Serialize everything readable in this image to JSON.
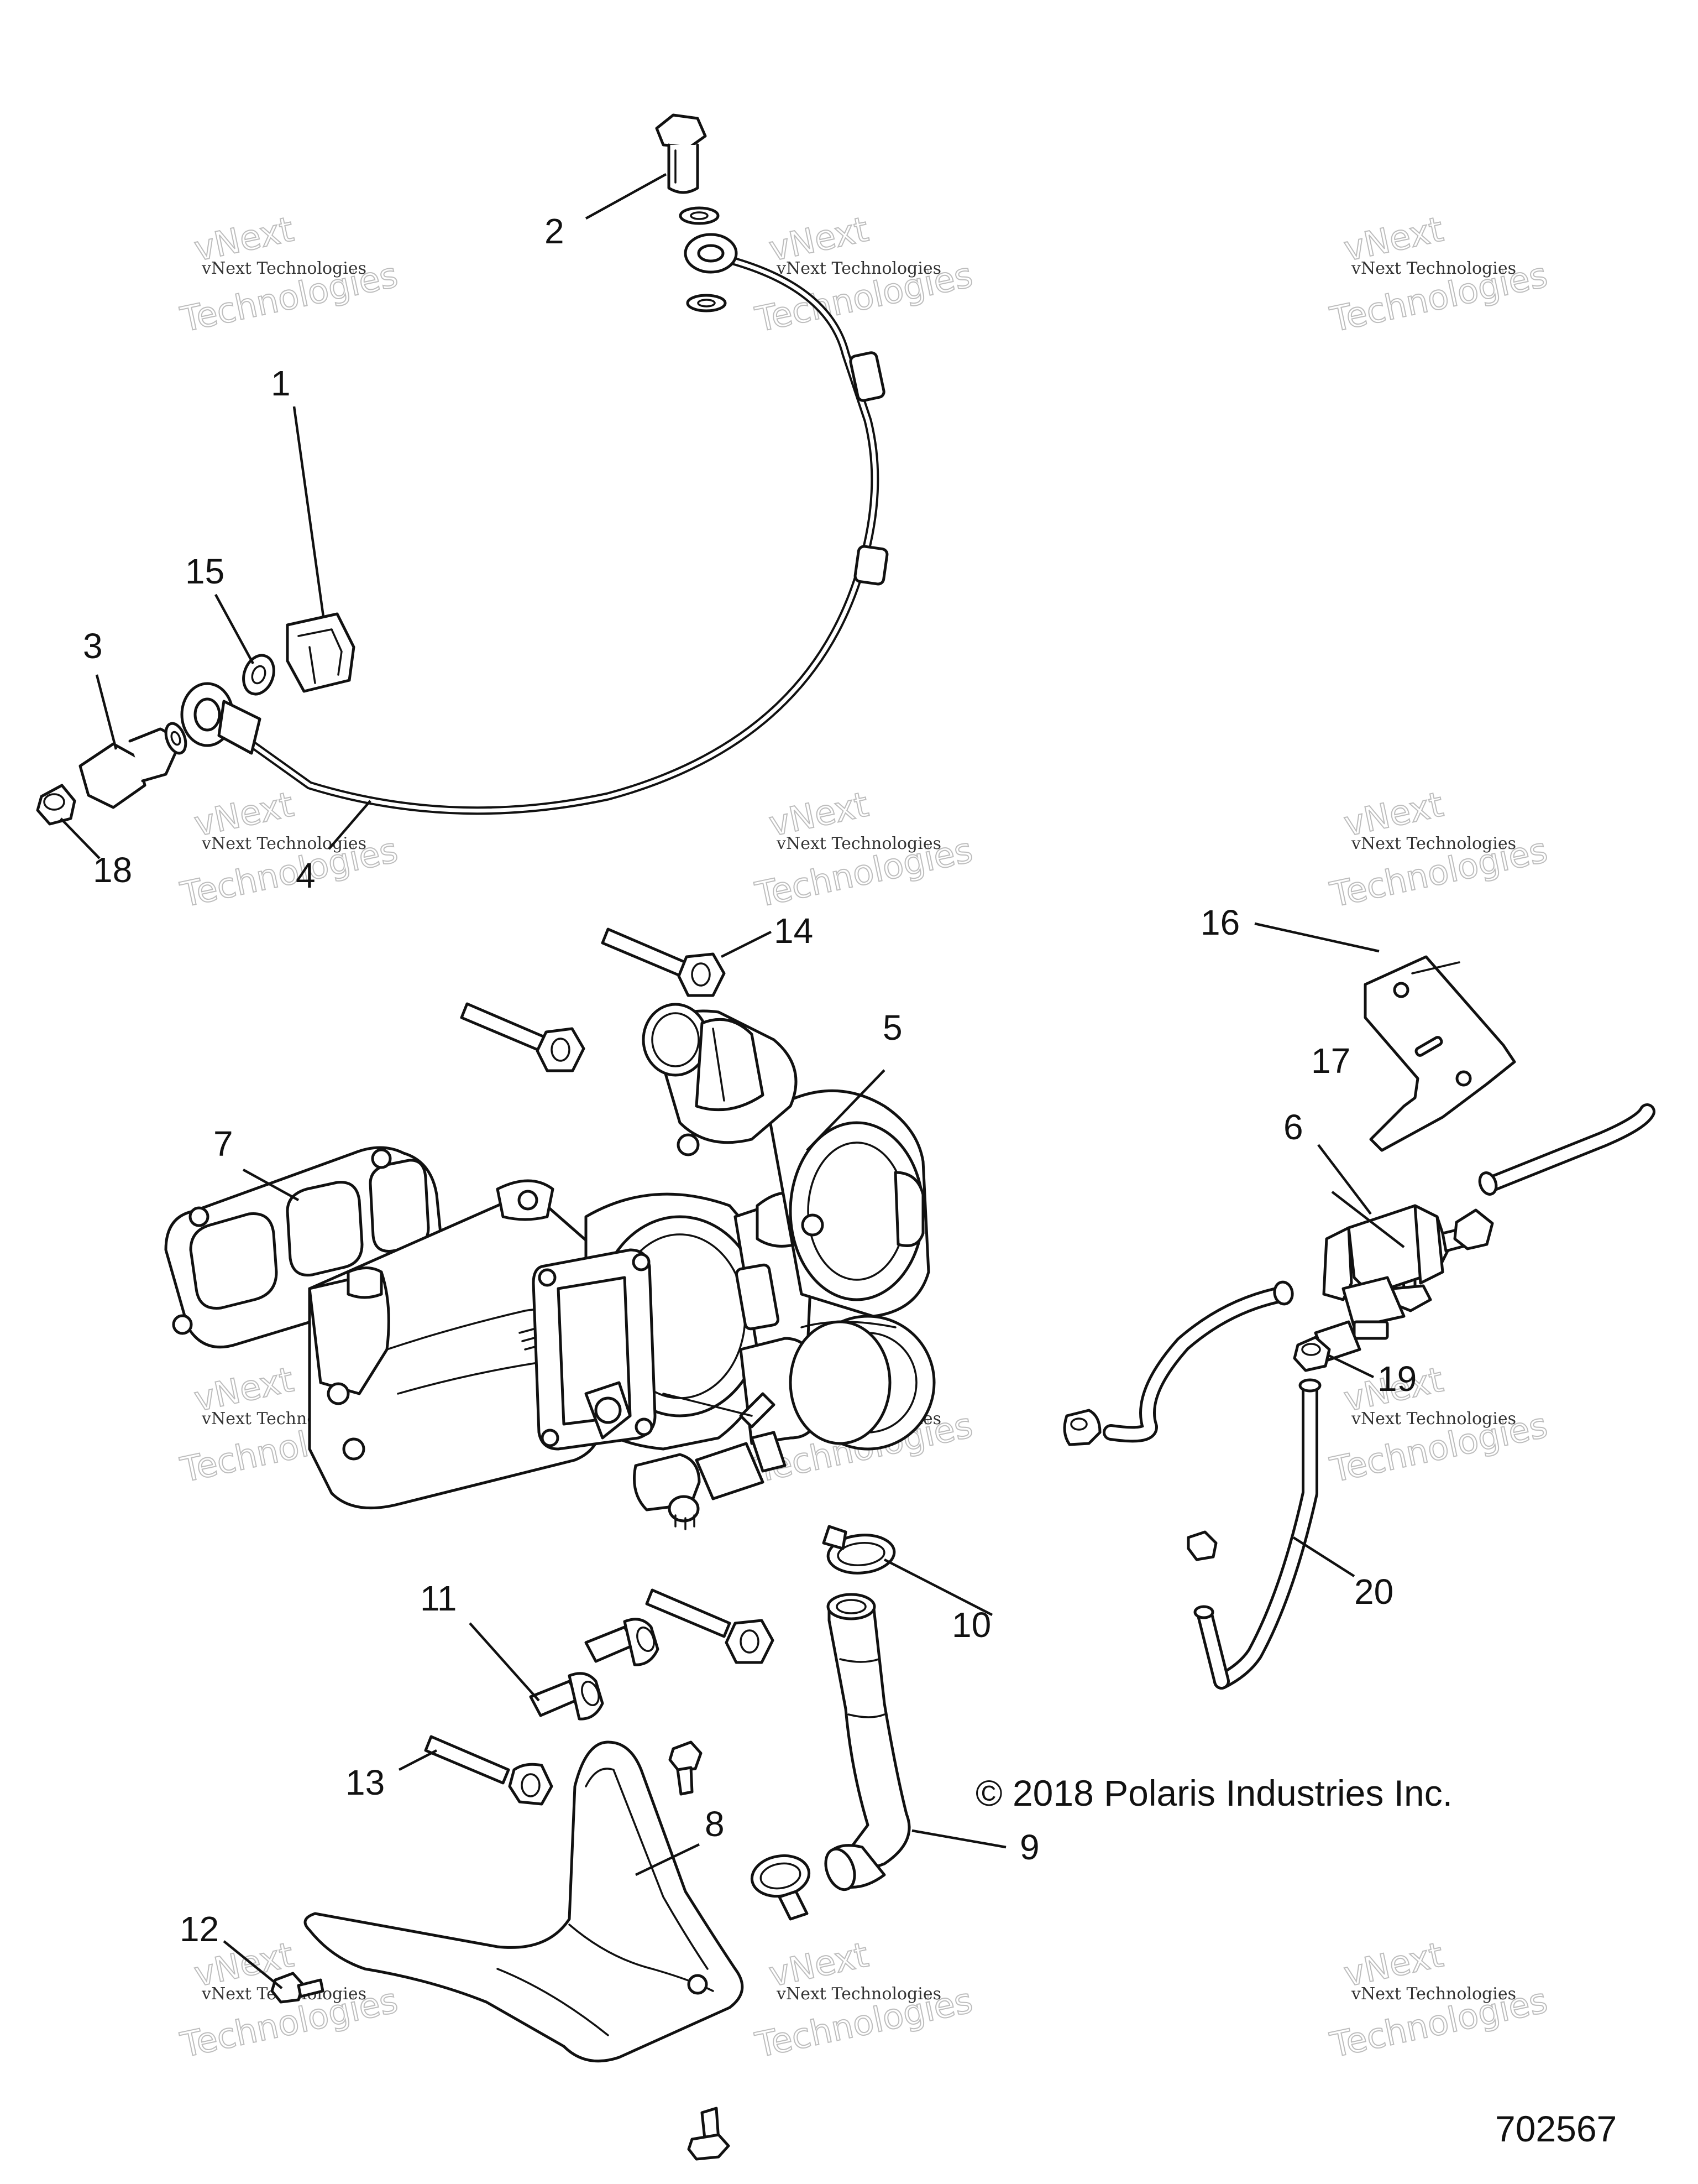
{
  "copyright": "© 2018 Polaris Industries Inc.",
  "document_number": "702567",
  "watermark": {
    "line1": "vNext Technologies",
    "line2": "vNext",
    "line3": "Technologies"
  },
  "callouts": [
    {
      "id": "1",
      "part": "bushing"
    },
    {
      "id": "2",
      "part": "banjo-bolt"
    },
    {
      "id": "3",
      "part": "fitting"
    },
    {
      "id": "4",
      "part": "oil-feed-line"
    },
    {
      "id": "5",
      "part": "turbocharger"
    },
    {
      "id": "6",
      "part": "boost-control-solenoid"
    },
    {
      "id": "7",
      "part": "exhaust-manifold-gasket"
    },
    {
      "id": "8",
      "part": "heat-shield"
    },
    {
      "id": "9",
      "part": "oil-return-hose"
    },
    {
      "id": "10",
      "part": "hose-clamp"
    },
    {
      "id": "11",
      "part": "bolt"
    },
    {
      "id": "12",
      "part": "screw"
    },
    {
      "id": "13",
      "part": "stud"
    },
    {
      "id": "14",
      "part": "stud"
    },
    {
      "id": "15",
      "part": "washer"
    },
    {
      "id": "16",
      "part": "bracket"
    },
    {
      "id": "17",
      "part": "screw"
    },
    {
      "id": "18",
      "part": "cap"
    },
    {
      "id": "19",
      "part": "cap"
    },
    {
      "id": "20",
      "part": "vacuum-hose"
    }
  ]
}
